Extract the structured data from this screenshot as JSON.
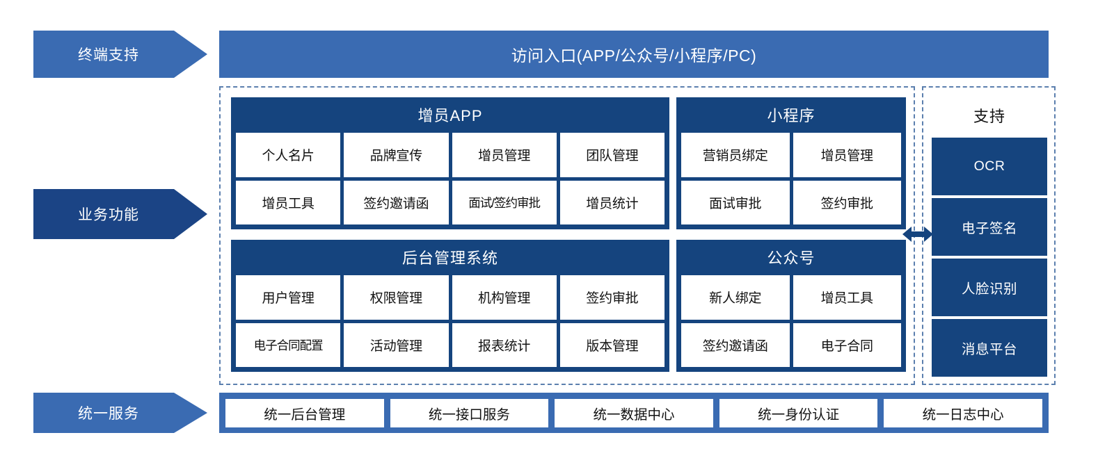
{
  "colors": {
    "navy": "#15447e",
    "medium_blue": "#3a6bb2",
    "dashed_border": "#5b7fae",
    "white": "#ffffff",
    "text_dark": "#111111"
  },
  "left_labels": [
    {
      "id": "terminal-support",
      "label": "终端支持"
    },
    {
      "id": "business-function",
      "label": "业务功能"
    },
    {
      "id": "unified-service",
      "label": "统一服务"
    }
  ],
  "access_bar": {
    "label": "访问入口(APP/公众号/小程序/PC)"
  },
  "modules": [
    {
      "id": "zengyuan-app",
      "title": "增员APP",
      "columns": 4,
      "cells": [
        "个人名片",
        "品牌宣传",
        "增员管理",
        "团队管理",
        "增员工具",
        "签约邀请函",
        "面试/签约审批",
        "增员统计"
      ]
    },
    {
      "id": "mini-program",
      "title": "小程序",
      "columns": 2,
      "cells": [
        "营销员绑定",
        "增员管理",
        "面试审批",
        "签约审批"
      ]
    },
    {
      "id": "backend-admin",
      "title": "后台管理系统",
      "columns": 4,
      "cells": [
        "用户管理",
        "权限管理",
        "机构管理",
        "签约审批",
        "电子合同配置",
        "活动管理",
        "报表统计",
        "版本管理"
      ]
    },
    {
      "id": "official-account",
      "title": "公众号",
      "columns": 2,
      "cells": [
        "新人绑定",
        "增员工具",
        "签约邀请函",
        "电子合同"
      ]
    }
  ],
  "support": {
    "title": "支持",
    "items": [
      "OCR",
      "电子签名",
      "人脸识别",
      "消息平台"
    ]
  },
  "unified_services": [
    "统一后台管理",
    "统一接口服务",
    "统一数据中心",
    "统一身份认证",
    "统一日志中心"
  ],
  "icons": {
    "double_arrow": "double-headed-arrow-icon"
  }
}
